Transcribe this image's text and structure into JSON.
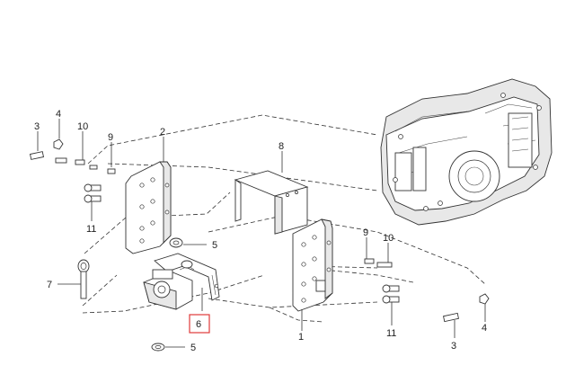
{
  "callouts": {
    "n1": "1",
    "n2": "2",
    "n3_left": "3",
    "n3_right": "3",
    "n4_left": "4",
    "n4_right": "4",
    "n5_mid": "5",
    "n5_bottom": "5",
    "n6": "6",
    "n7": "7",
    "n8": "8",
    "n9_left": "9",
    "n9_right": "9",
    "n10_left": "10",
    "n10_right": "10",
    "n11_left": "11",
    "n11_right": "11"
  },
  "colors": {
    "line": "#333333",
    "highlight": "#e03a3a",
    "background": "#ffffff"
  },
  "highlighted_part": "6"
}
